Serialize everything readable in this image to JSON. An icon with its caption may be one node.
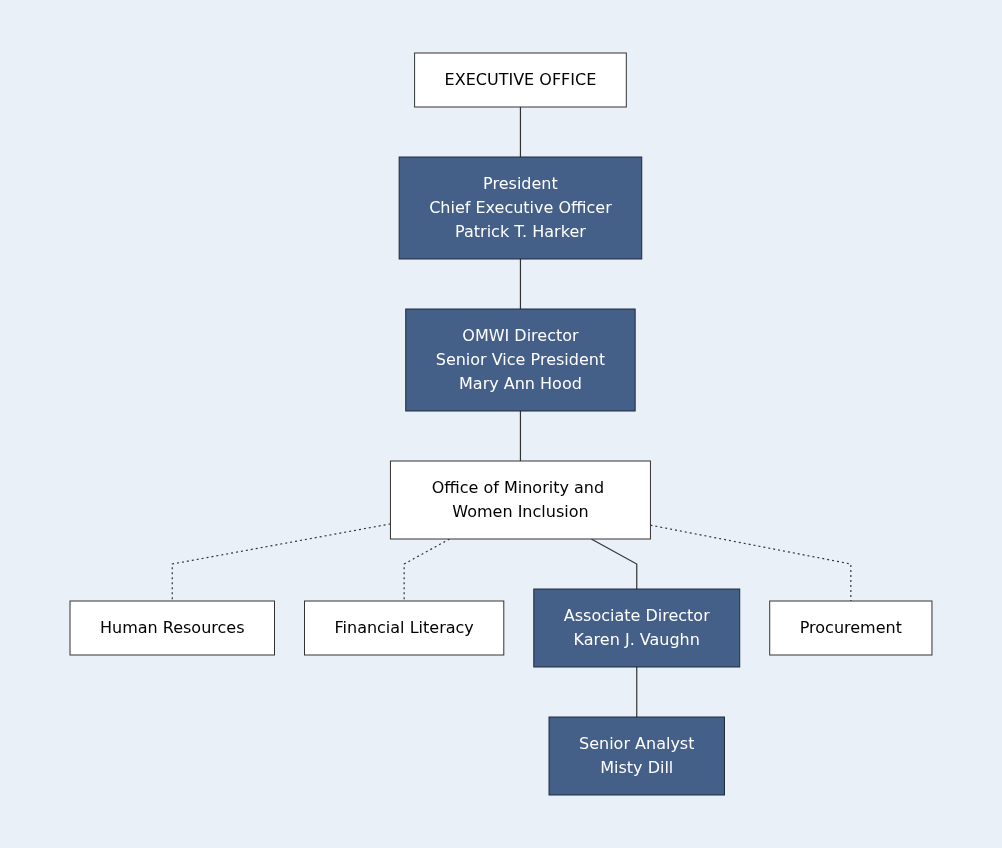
{
  "diagram": {
    "nodes": [
      {
        "text": [
          "EXECUTIVE OFFICE"
        ]
      },
      {
        "text": [
          "President",
          "Chief Executive Officer",
          "Patrick T. Harker"
        ]
      },
      {
        "text": [
          "OMWI Director",
          "Senior Vice President",
          "Mary Ann Hood"
        ]
      },
      {
        "text": [
          "Office of Minority and Women Inclusion"
        ]
      },
      {
        "text": [
          "Human Resources"
        ]
      },
      {
        "text": [
          "Financial Literacy"
        ]
      },
      {
        "text": [
          "Associate Director",
          "Karen J. Vaughn"
        ]
      },
      {
        "text": [
          "Procurement"
        ]
      },
      {
        "text": [
          "Senior Analyst",
          "Misty Dill"
        ]
      }
    ],
    "edges": [
      {
        "from": 0,
        "to": 1,
        "arrow": "none"
      },
      {
        "from": 1,
        "to": 2,
        "arrow": "none"
      },
      {
        "from": 2,
        "to": 3,
        "arrow": "none"
      },
      {
        "from": 3,
        "to": 4,
        "arrow": "none",
        "style": "dashed"
      },
      {
        "from": 3,
        "to": 5,
        "arrow": "none",
        "style": "dashed"
      },
      {
        "from": 3,
        "to": 6,
        "arrow": "none"
      },
      {
        "from": 3,
        "to": 7,
        "arrow": "none",
        "style": "dashed"
      },
      {
        "from": 6,
        "to": 8,
        "arrow": "none"
      }
    ]
  }
}
